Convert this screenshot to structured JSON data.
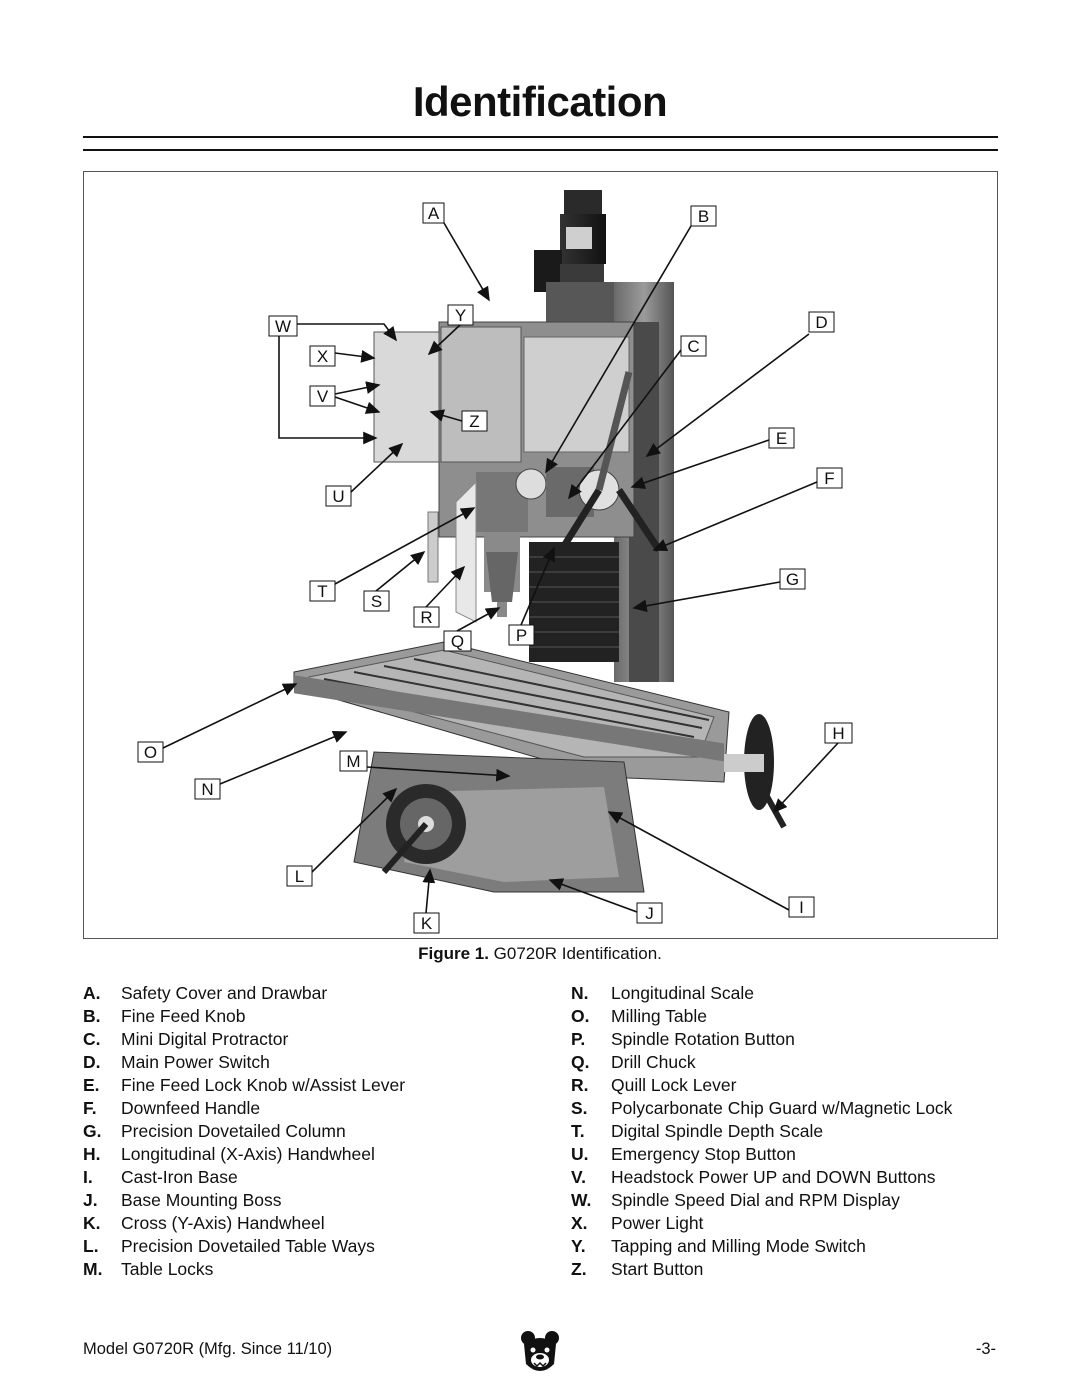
{
  "page": {
    "title": "Identification"
  },
  "figure": {
    "caption_prefix": "Figure 1.",
    "caption_text": " G0720R Identification.",
    "callouts": [
      "A",
      "B",
      "C",
      "D",
      "E",
      "F",
      "G",
      "H",
      "I",
      "J",
      "K",
      "L",
      "M",
      "N",
      "O",
      "P",
      "Q",
      "R",
      "S",
      "T",
      "U",
      "V",
      "W",
      "X",
      "Y",
      "Z"
    ]
  },
  "legend": {
    "left": [
      {
        "key": "A.",
        "label": "Safety Cover and Drawbar"
      },
      {
        "key": "B.",
        "label": "Fine Feed Knob"
      },
      {
        "key": "C.",
        "label": "Mini Digital Protractor"
      },
      {
        "key": "D.",
        "label": "Main Power Switch"
      },
      {
        "key": "E.",
        "label": "Fine Feed Lock Knob w/Assist Lever"
      },
      {
        "key": "F.",
        "label": "Downfeed Handle"
      },
      {
        "key": "G.",
        "label": "Precision Dovetailed Column"
      },
      {
        "key": "H.",
        "label": "Longitudinal (X-Axis) Handwheel"
      },
      {
        "key": "I.",
        "label": "Cast-Iron Base"
      },
      {
        "key": "J.",
        "label": "Base Mounting Boss"
      },
      {
        "key": "K.",
        "label": "Cross (Y-Axis) Handwheel"
      },
      {
        "key": "L.",
        "label": "Precision Dovetailed Table Ways"
      },
      {
        "key": "M.",
        "label": "Table Locks"
      }
    ],
    "right": [
      {
        "key": "N.",
        "label": "Longitudinal Scale"
      },
      {
        "key": "O.",
        "label": "Milling Table"
      },
      {
        "key": "P.",
        "label": "Spindle Rotation Button"
      },
      {
        "key": "Q.",
        "label": "Drill Chuck"
      },
      {
        "key": "R.",
        "label": "Quill Lock Lever"
      },
      {
        "key": "S.",
        "label": "Polycarbonate Chip Guard w/Magnetic Lock"
      },
      {
        "key": "T.",
        "label": "Digital Spindle Depth Scale"
      },
      {
        "key": "U.",
        "label": "Emergency Stop Button"
      },
      {
        "key": "V.",
        "label": "Headstock Power UP and DOWN Buttons"
      },
      {
        "key": "W.",
        "label": "Spindle Speed Dial and RPM Display"
      },
      {
        "key": "X.",
        "label": "Power Light"
      },
      {
        "key": "Y.",
        "label": "Tapping and Milling Mode Switch"
      },
      {
        "key": "Z.",
        "label": "Start Button"
      }
    ]
  },
  "footer": {
    "model": "Model G0720R (Mfg. Since 11/10)",
    "page_number": "-3-"
  },
  "icons": {
    "logo": "bear-head-logo-icon"
  }
}
